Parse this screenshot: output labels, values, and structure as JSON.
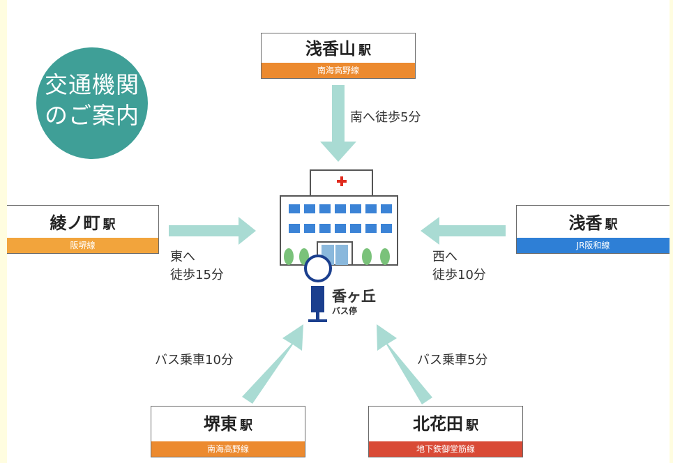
{
  "title": {
    "line1": "交通機関",
    "line2": "のご案内"
  },
  "eki_suffix": "駅",
  "stations": {
    "top": {
      "name": "浅香山",
      "line": "南海高野線"
    },
    "left": {
      "name": "綾ノ町",
      "line": "阪堺線"
    },
    "right": {
      "name": "浅香",
      "line": "JR阪和線"
    },
    "bottom_left": {
      "name": "堺東",
      "line": "南海高野線"
    },
    "bottom_right": {
      "name": "北花田",
      "line": "地下鉄御堂筋線"
    }
  },
  "routes": {
    "top": "南へ徒歩5分",
    "left_1": "東へ",
    "left_2": "徒歩15分",
    "right_1": "西へ",
    "right_2": "徒歩10分",
    "bottom_left": "バス乗車10分",
    "bottom_right": "バス乗車5分"
  },
  "bus_stop": {
    "name": "香ヶ丘",
    "sub": "バス停"
  },
  "colors": {
    "background": "#fffde0",
    "circle": "#3f9f97",
    "arrow": "#a9dbd3",
    "line_orange": "#ec8a2f",
    "line_blue": "#2e7fd6",
    "line_red": "#d94a36"
  }
}
